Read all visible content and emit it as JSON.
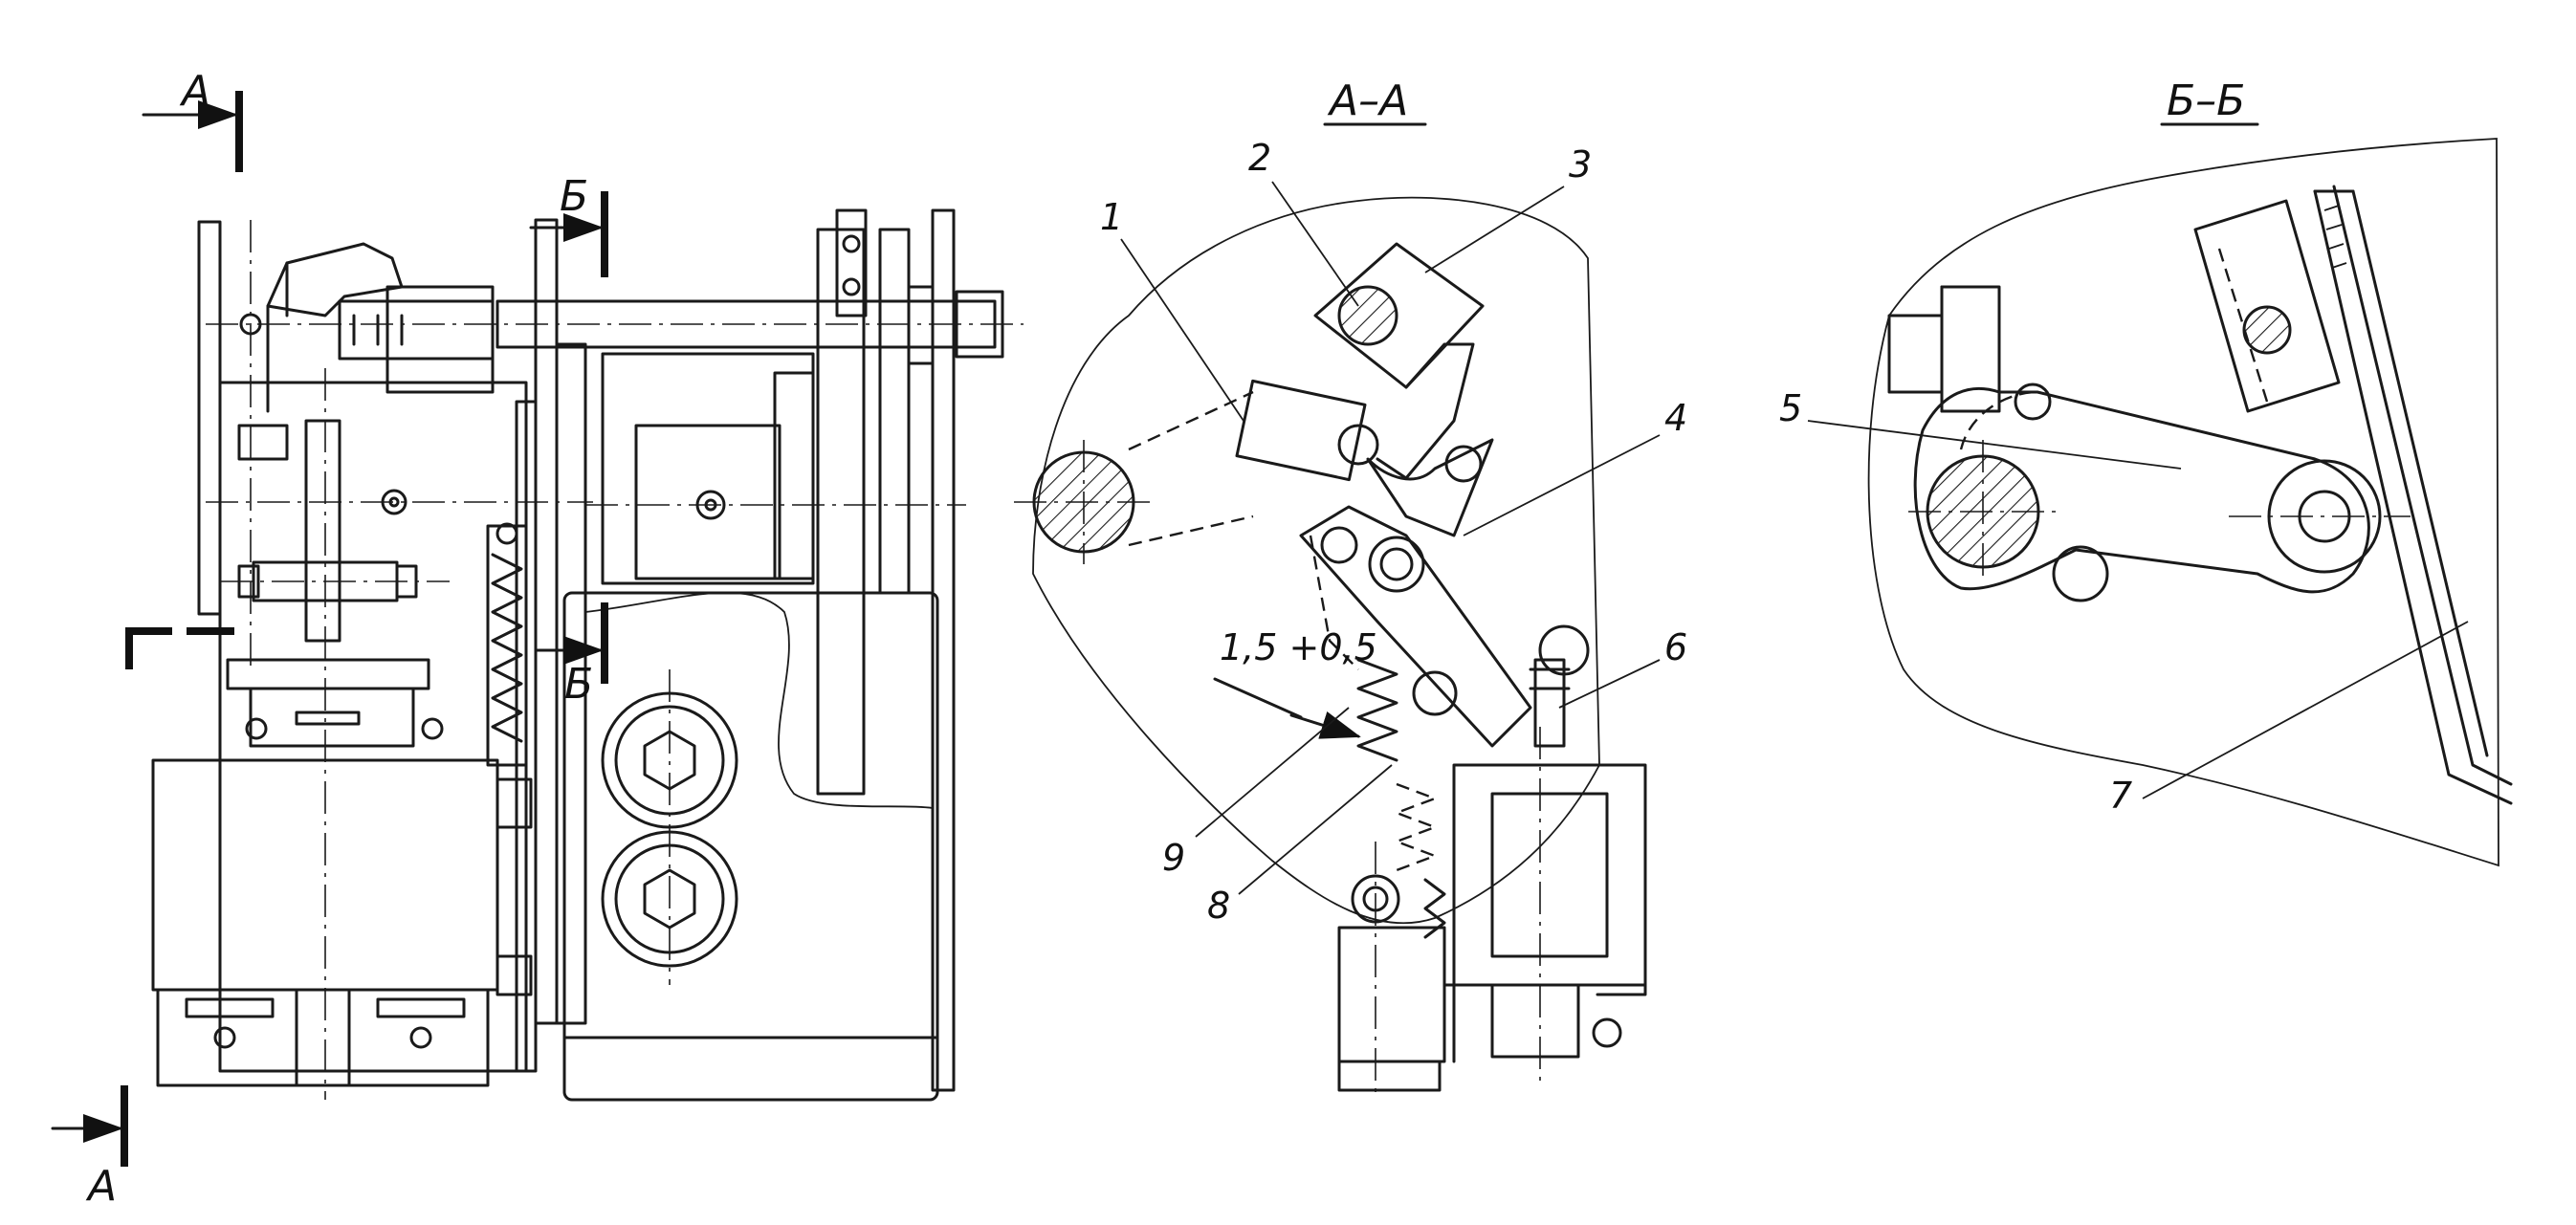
{
  "section_marks": {
    "a_top": "А",
    "a_bottom": "А",
    "b_top": "Б",
    "b_bottom": "Б"
  },
  "views": {
    "aa_title": "А–А",
    "bb_title": "Б–Б"
  },
  "dimension": "1,5 +0,5",
  "callouts": [
    "1",
    "2",
    "3",
    "4",
    "5",
    "6",
    "7",
    "8",
    "9"
  ]
}
